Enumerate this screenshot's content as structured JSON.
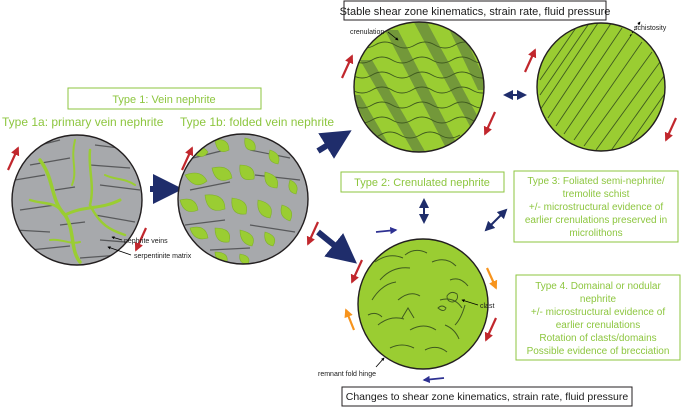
{
  "colors": {
    "nephrite_green": "#9acd32",
    "label_green": "#8dc63f",
    "serpentinite_gray": "#a7a9ac",
    "arrow_navy": "#1f2d6b",
    "shear_red": "#c1272d",
    "shear_blue": "#2e3192",
    "shear_orange": "#f7941d"
  },
  "labels": {
    "type1_box": "Type 1: Vein nephrite",
    "type1a": "Type 1a: primary vein nephrite",
    "type1b": "Type 1b: folded vein nephrite",
    "nephrite_veins": "nephrite veins",
    "serpentinite_matrix": "serpentinite matrix",
    "stable_box": "Stable shear zone kinematics, strain rate, fluid pressure",
    "crenulation": "crenulation",
    "schistosity": "schistosity",
    "type2_box": "Type 2: Crenulated nephrite",
    "type3_lines": [
      "Type 3: Foliated semi-nephrite/",
      "tremolite schist",
      "+/- microstructural evidence of",
      "earlier crenulations preserved in",
      "microlithons"
    ],
    "type4_lines": [
      "Type 4. Domainal or nodular",
      "nephrite",
      "+/- microstructural evidence of",
      "earlier crenulations",
      "Rotation of clasts/domains",
      "Possible evidence of brecciation"
    ],
    "clast": "clast",
    "remnant_fold_hinge": "remnant fold hinge",
    "changes_box": "Changes to shear zone kinematics, strain rate, fluid pressure"
  }
}
